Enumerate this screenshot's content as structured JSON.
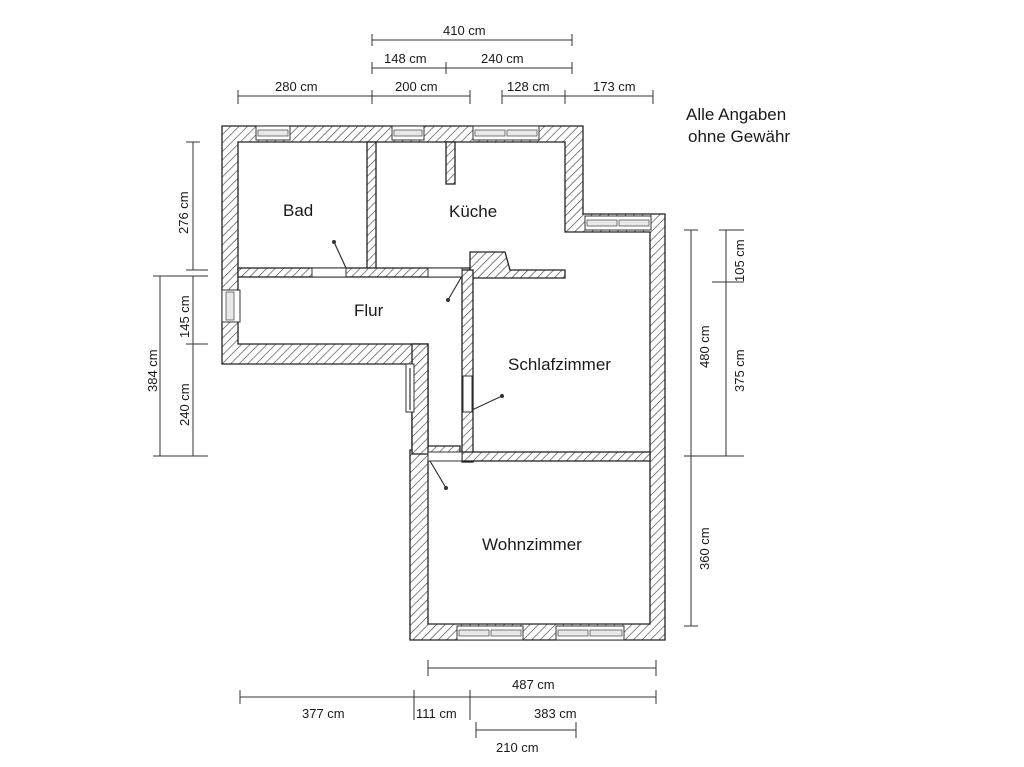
{
  "note": {
    "line1": "Alle Angaben",
    "line2": "ohne Gewähr"
  },
  "rooms": {
    "bad": "Bad",
    "kueche": "Küche",
    "flur": "Flur",
    "schlafzimmer": "Schlafzimmer",
    "wohnzimmer": "Wohnzimmer"
  },
  "dimensions": {
    "top": {
      "total_410": "410 cm",
      "d_148": "148 cm",
      "d_240": "240 cm",
      "d_280": "280 cm",
      "d_200": "200 cm",
      "d_128": "128 cm",
      "d_173": "173 cm"
    },
    "left": {
      "d_276": "276 cm",
      "d_384": "384 cm",
      "d_145": "145 cm",
      "d_240": "240 cm"
    },
    "right": {
      "d_105": "105 cm",
      "d_480": "480 cm",
      "d_375": "375 cm",
      "d_360": "360 cm"
    },
    "bottom": {
      "d_487": "487 cm",
      "d_377": "377 cm",
      "d_111": "111 cm",
      "d_383": "383 cm",
      "d_210": "210 cm"
    }
  },
  "colors": {
    "wall_line": "#222222",
    "hatch": "#444444",
    "background": "#ffffff"
  }
}
